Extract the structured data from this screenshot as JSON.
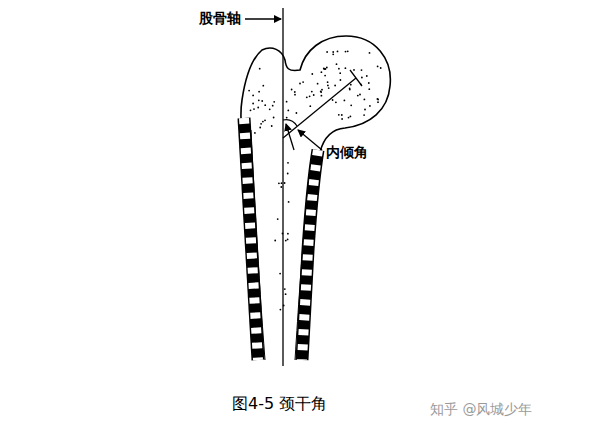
{
  "diagram": {
    "caption": "图4-5 颈干角",
    "labels": [
      "股骨轴",
      "内倾角",
      "知乎 @风城少年"
    ]
  }
}
